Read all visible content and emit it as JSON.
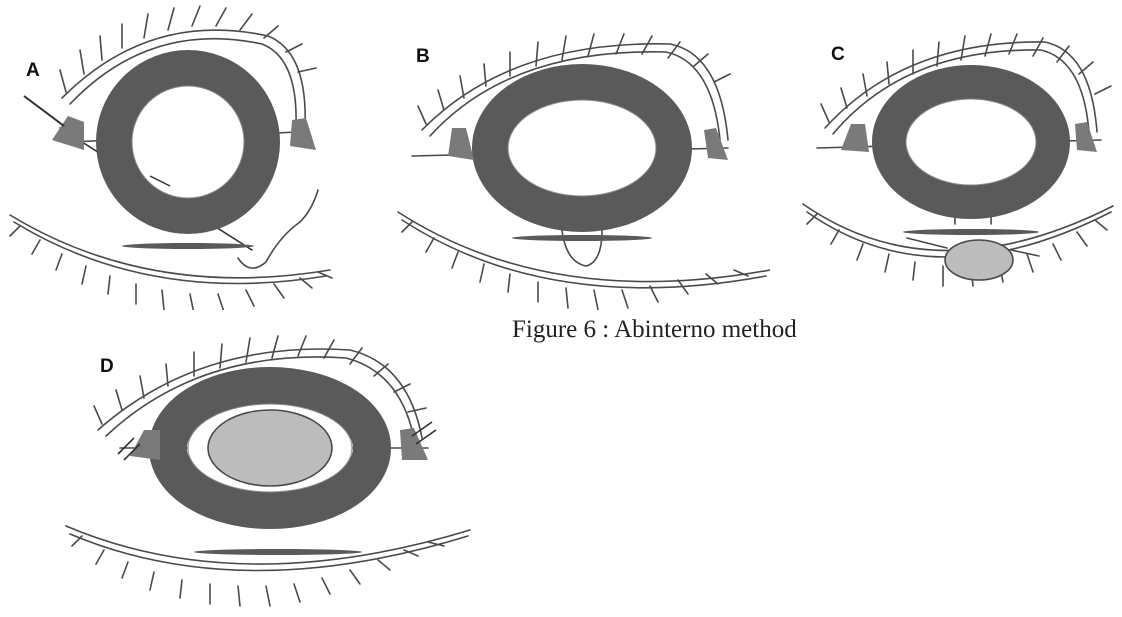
{
  "figure": {
    "caption": "Figure 6 : Abinterno method"
  },
  "panels": [
    {
      "id": "A",
      "label": "A"
    },
    {
      "id": "B",
      "label": "B"
    },
    {
      "id": "C",
      "label": "C"
    },
    {
      "id": "D",
      "label": "D"
    }
  ],
  "colors": {
    "iris": "#5a5a5a",
    "iris_line": "#8a8a8a",
    "lens": "#bcbcbc",
    "line": "#4a4a4a",
    "hook": "#7a7a7a"
  }
}
